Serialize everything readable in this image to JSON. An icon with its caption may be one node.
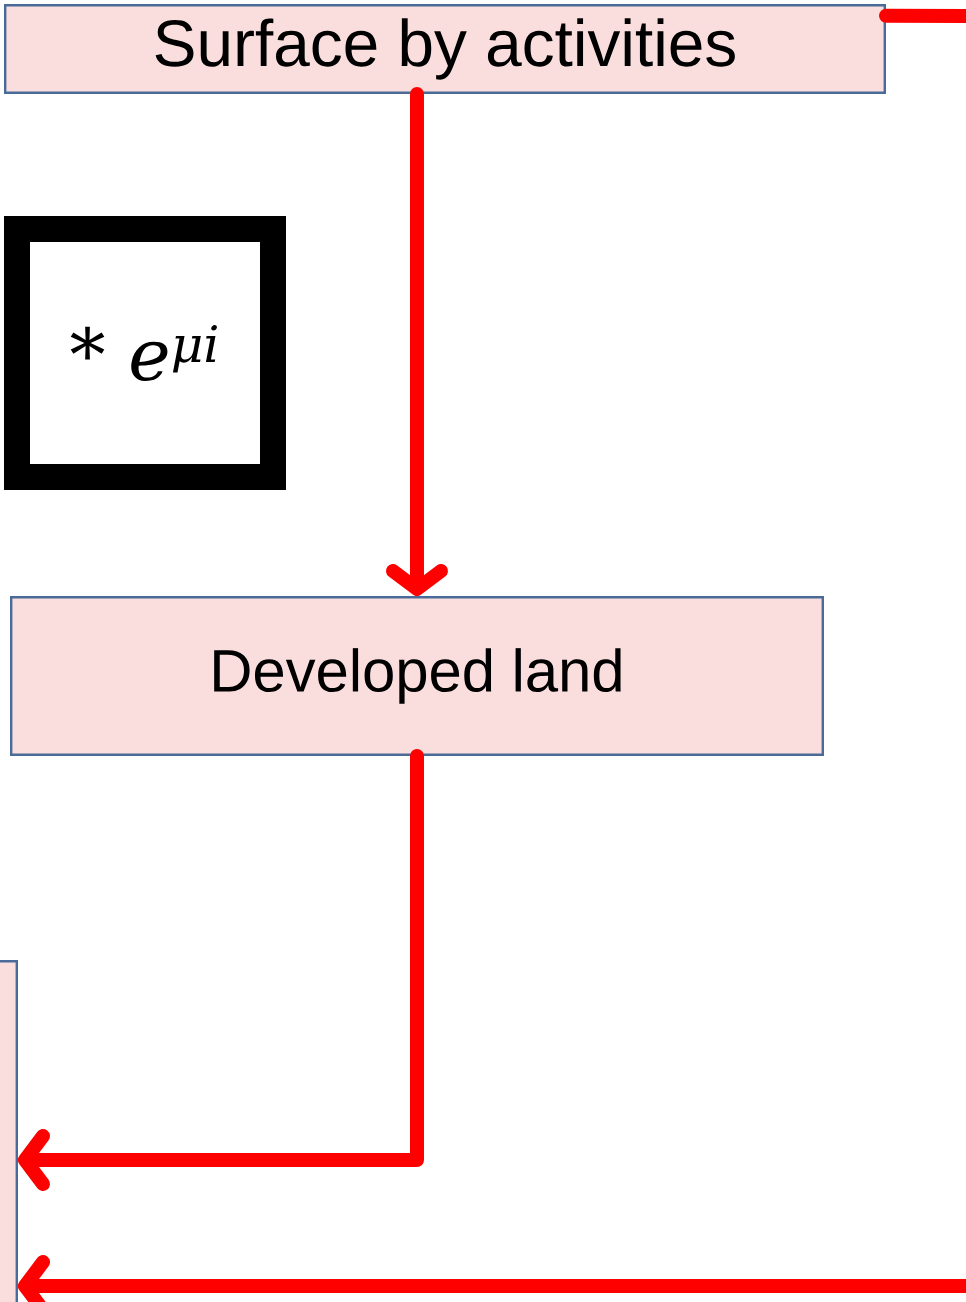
{
  "diagram": {
    "nodes": [
      {
        "text": [
          "Surface by activities"
        ]
      },
      {
        "text": [
          "* e$^{μi}$"
        ]
      },
      {
        "text": [
          "Developed land"
        ]
      },
      {
        "text": [],
        "shape": "box"
      }
    ],
    "edges": [
      {
        "from": 0,
        "to": 2,
        "arrow": "to"
      },
      {
        "from": 2,
        "to": 3,
        "arrow": "to"
      },
      {
        "from": null,
        "to": 3,
        "arrow": "to"
      },
      {
        "from": 0,
        "to": null,
        "arrow": "none"
      }
    ]
  }
}
